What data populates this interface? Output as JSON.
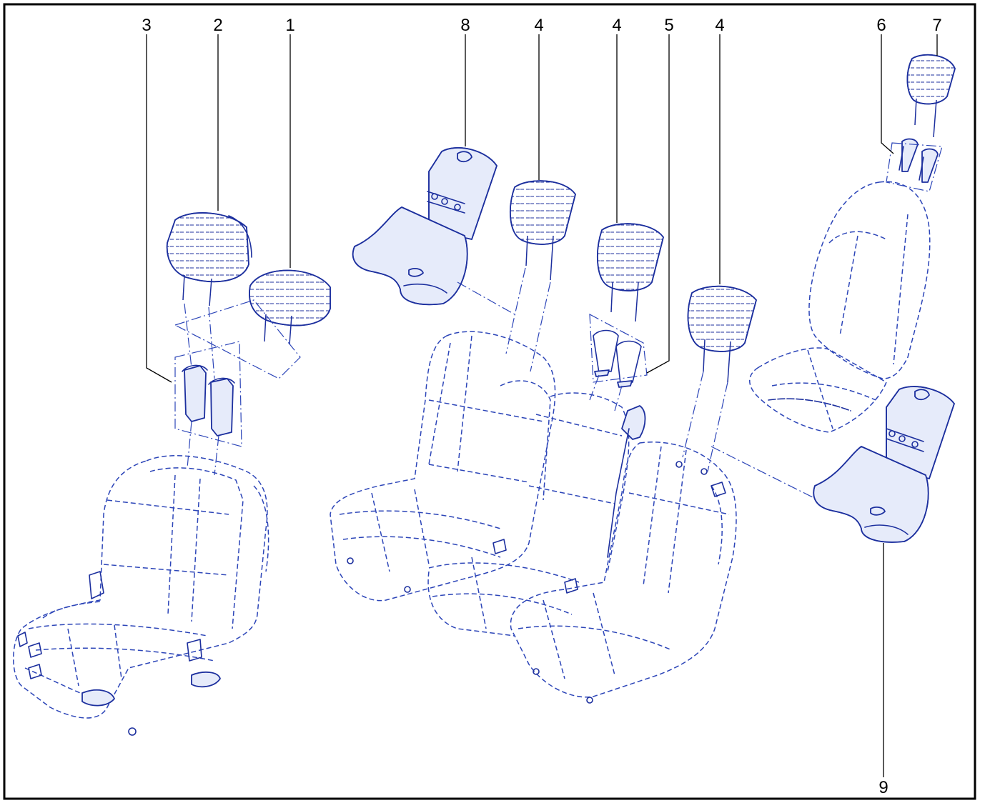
{
  "callouts": {
    "c3": "3",
    "c2": "2",
    "c1": "1",
    "c8": "8",
    "c4a": "4",
    "c4b": "4",
    "c5": "5",
    "c4c": "4",
    "c6": "6",
    "c7": "7",
    "c9": "9"
  },
  "colors": {
    "ink": "#1c2f9e",
    "frame": "#000000",
    "background": "#ffffff"
  }
}
